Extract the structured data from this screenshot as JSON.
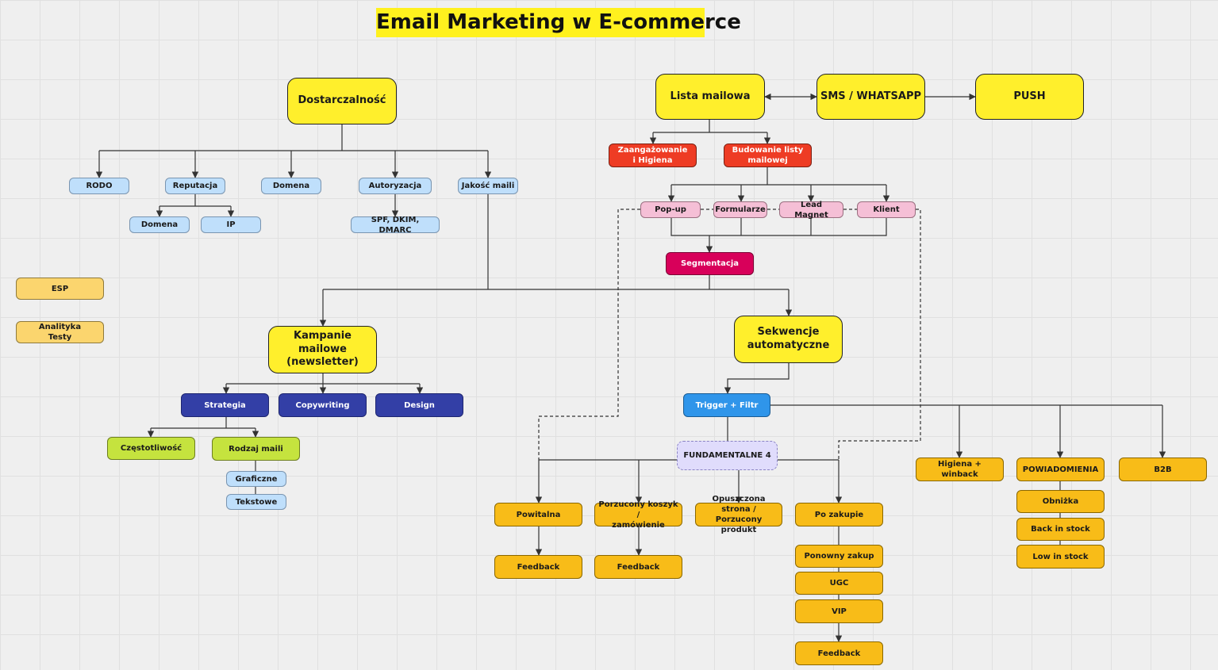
{
  "title": "Email Marketing w E-commerce",
  "nodes": {
    "dostarczalnosc": "Dostarczalność",
    "rodo": "RODO",
    "reputacja": "Reputacja",
    "domena": "Domena",
    "autoryzacja": "Autoryzacja",
    "jakosc_maili": "Jakość maili",
    "reputacja_domena": "Domena",
    "ip": "IP",
    "spf": "SPF, DKIM, DMARC",
    "esp": "ESP",
    "analityka": "Analityka\nTesty",
    "lista_mailowa": "Lista mailowa",
    "sms": "SMS / WHATSAPP",
    "push": "PUSH",
    "zaangazowanie": "Zaangażowanie\ni Higiena",
    "budowanie": "Budowanie listy\nmailowej",
    "popup": "Pop-up",
    "formularze": "Formularze",
    "lead_magnet": "Lead Magnet",
    "klient": "Klient",
    "segmentacja": "Segmentacja",
    "kampanie": "Kampanie mailowe\n(newsletter)",
    "sekwencje": "Sekwencje\nautomatyczne",
    "strategia": "Strategia",
    "copywriting": "Copywriting",
    "design": "Design",
    "czestotliwosc": "Częstotliwość",
    "rodzaj": "Rodzaj maili",
    "graficzne": "Graficzne",
    "tekstowe": "Tekstowe",
    "trigger": "Trigger + Filtr",
    "fundamentalne": "FUNDAMENTALNE 4",
    "powitalna": "Powitalna",
    "porzucony": "Porzucony koszyk /\nzamówienie",
    "opuszczona": "Opuszczona strona /\nPorzucony produkt",
    "po_zakupie": "Po zakupie",
    "feedback1": "Feedback",
    "feedback2": "Feedback",
    "ponowny": "Ponowny zakup",
    "ugc": "UGC",
    "vip": "VIP",
    "feedback3": "Feedback",
    "higiena": "Higiena + winback",
    "powiadomienia": "POWIADOMIENIA",
    "b2b": "B2B",
    "obnizka": "Obniżka",
    "back": "Back in stock",
    "low": "Low in stock"
  }
}
